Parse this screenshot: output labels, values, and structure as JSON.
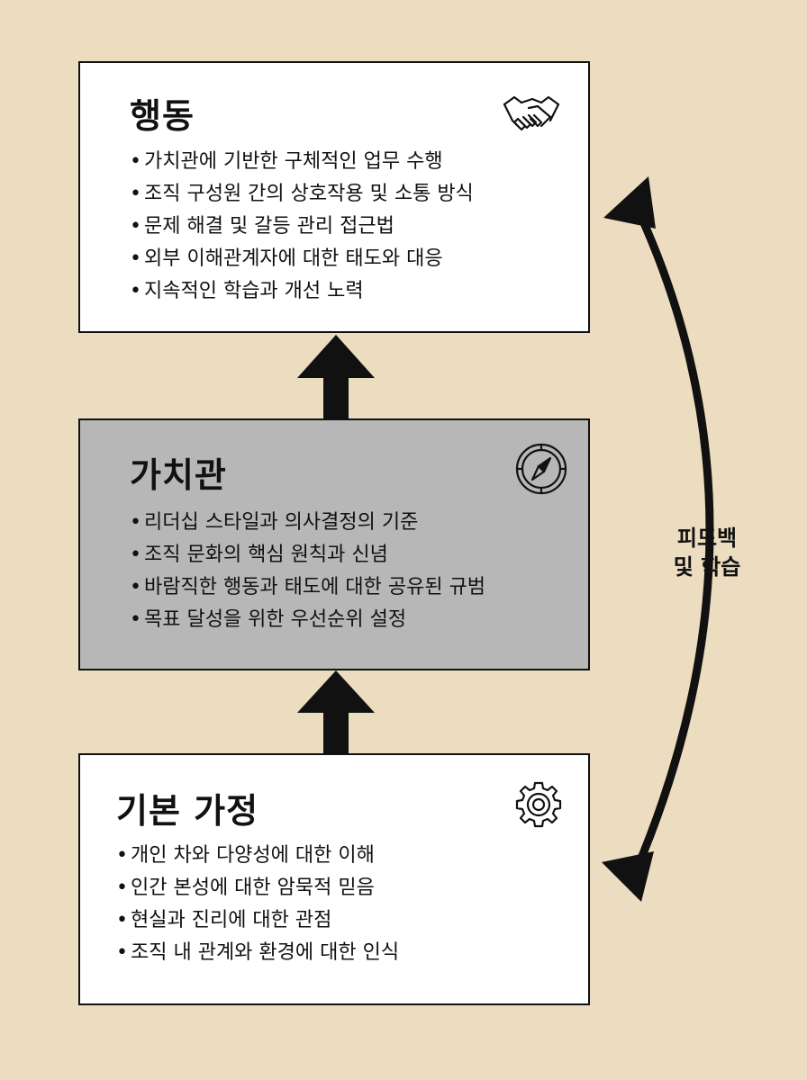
{
  "boxes": {
    "behavior": {
      "title": "행동",
      "icon": "handshake-icon",
      "items": [
        "가치관에 기반한 구체적인 업무 수행",
        "조직 구성원 간의 상호작용 및 소통 방식",
        "문제 해결 및 갈등 관리 접근법",
        "외부 이해관계자에 대한 태도와 대응",
        "지속적인 학습과 개선 노력"
      ]
    },
    "values": {
      "title": "가치관",
      "icon": "compass-icon",
      "items": [
        "리더십 스타일과 의사결정의 기준",
        "조직 문화의 핵심 원칙과 신념",
        "바람직한 행동과 태도에 대한 공유된 규범",
        "목표 달성을 위한 우선순위 설정"
      ]
    },
    "assumptions": {
      "title": "기본 가정",
      "icon": "gear-icon",
      "items": [
        "개인 차와 다양성에 대한 이해",
        "인간 본성에 대한 암묵적 믿음",
        "현실과 진리에 대한 관점",
        "조직 내 관계와 환경에 대한 인식"
      ]
    }
  },
  "feedback": {
    "line1": "피드백",
    "line2": "및 학습"
  },
  "colors": {
    "background": "#ecdcc0",
    "box_white": "#ffffff",
    "box_gray": "#b7b7b7",
    "ink": "#111111"
  }
}
